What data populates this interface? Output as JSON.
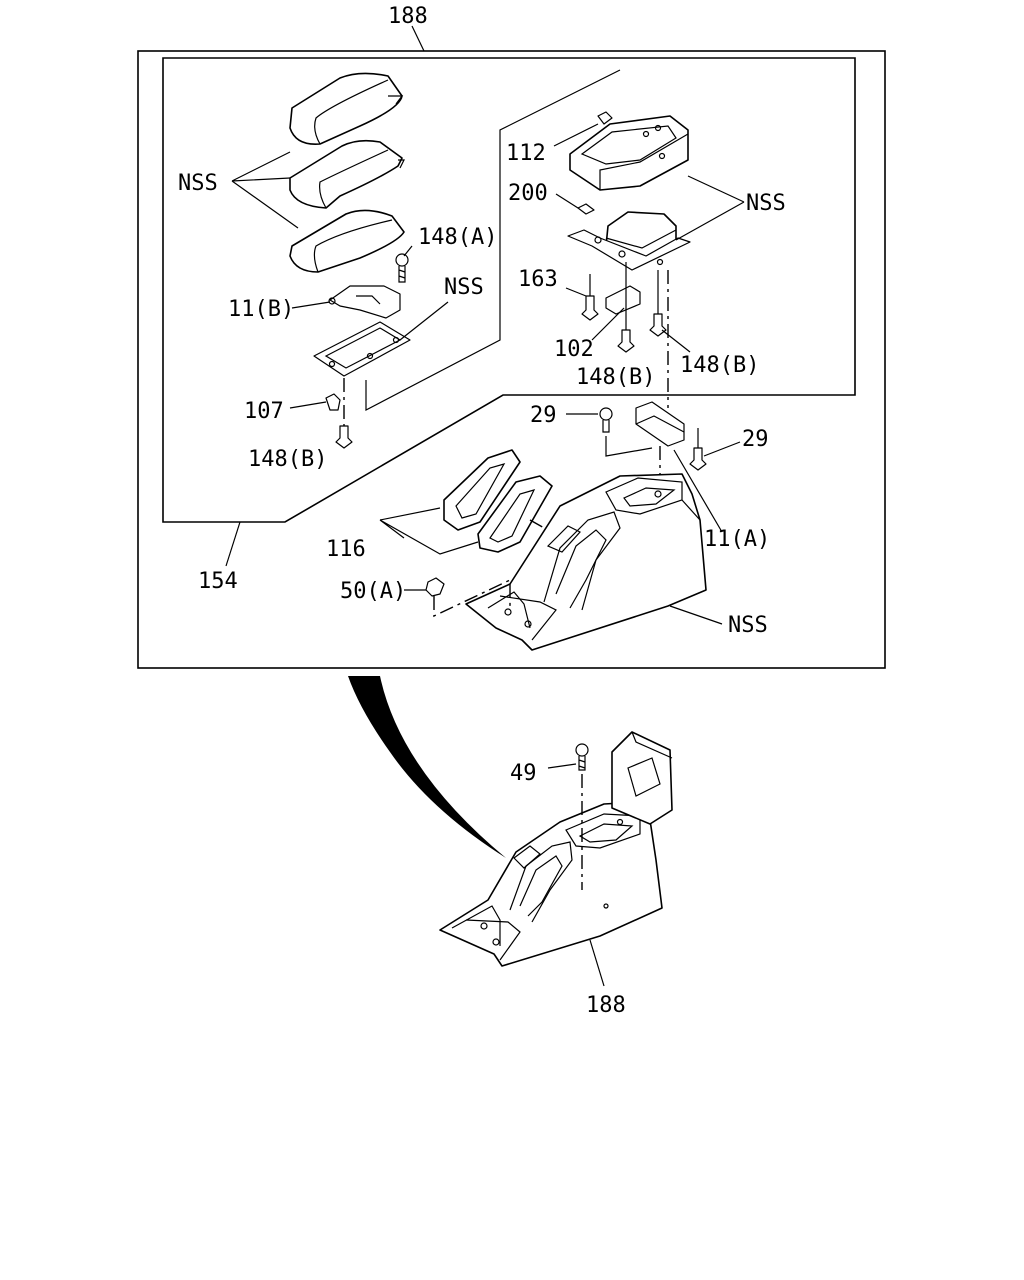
{
  "labels": {
    "top_188": "188",
    "nss_covers": "NSS",
    "l148a": "148(A)",
    "l11b": "11(B)",
    "nss_plate": "NSS",
    "l107": "107",
    "l148b_left": "148(B)",
    "l112": "112",
    "l200": "200",
    "nss_box": "NSS",
    "l163": "163",
    "l102": "102",
    "l148b_mid": "148(B)",
    "l148b_right": "148(B)",
    "l29_left": "29",
    "l29_right": "29",
    "l11a": "11(A)",
    "l116": "116",
    "l154": "154",
    "l50a": "50(A)",
    "nss_console": "NSS",
    "l49": "49",
    "bottom_188": "188"
  }
}
